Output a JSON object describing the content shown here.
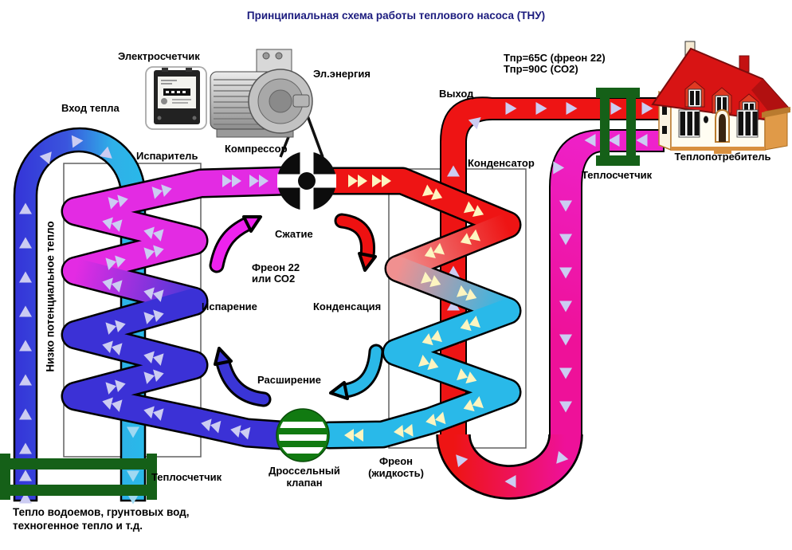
{
  "title": "Принципиальная схема работы теплового насоса (ТНУ)",
  "top": {
    "electric_meter": "Электросчетчик",
    "electric_energy": "Эл.энергия",
    "compressor": "Компрессор"
  },
  "left": {
    "heat_input": "Вход тепла",
    "evaporator": "Испаритель",
    "low_potential_heat": "Низко потенциальное тепло",
    "heat_meter": "Теплосчетчик",
    "source_line1": "Тепло водоемов, грунтовых вод,",
    "source_line2": "техногенное тепло и т.д."
  },
  "right": {
    "output": "Выход",
    "condenser": "Конденсатор",
    "temp_line1": "Тпр=65С (фреон 22)",
    "temp_line2": "Тпр=90С (СО2)",
    "heat_consumer": "Теплопотребитель",
    "heat_meter": "Теплосчетчик"
  },
  "cycle": {
    "compression": "Сжатие",
    "refrigerant_line1": "Фреон 22",
    "refrigerant_line2": "или СО2",
    "evaporation": "Испарение",
    "condensation": "Конденсация",
    "expansion": "Расширение"
  },
  "bottom": {
    "throttle_line1": "Дроссельный",
    "throttle_line2": "клапан",
    "freon_line1": "Фреон",
    "freon_line2": "(жидкость)"
  },
  "colors": {
    "title_navy": "#1b1b7e",
    "cold_blue": "#3434d8",
    "cyan": "#29b9e9",
    "hot_red": "#ee1414",
    "magenta": "#e32be3",
    "pink_return": "#ee1199",
    "meter_green": "#156018",
    "valve_green": "#117a11",
    "arrow_lavender": "#ccccf2",
    "arrow_cream": "#fdf5c0"
  }
}
